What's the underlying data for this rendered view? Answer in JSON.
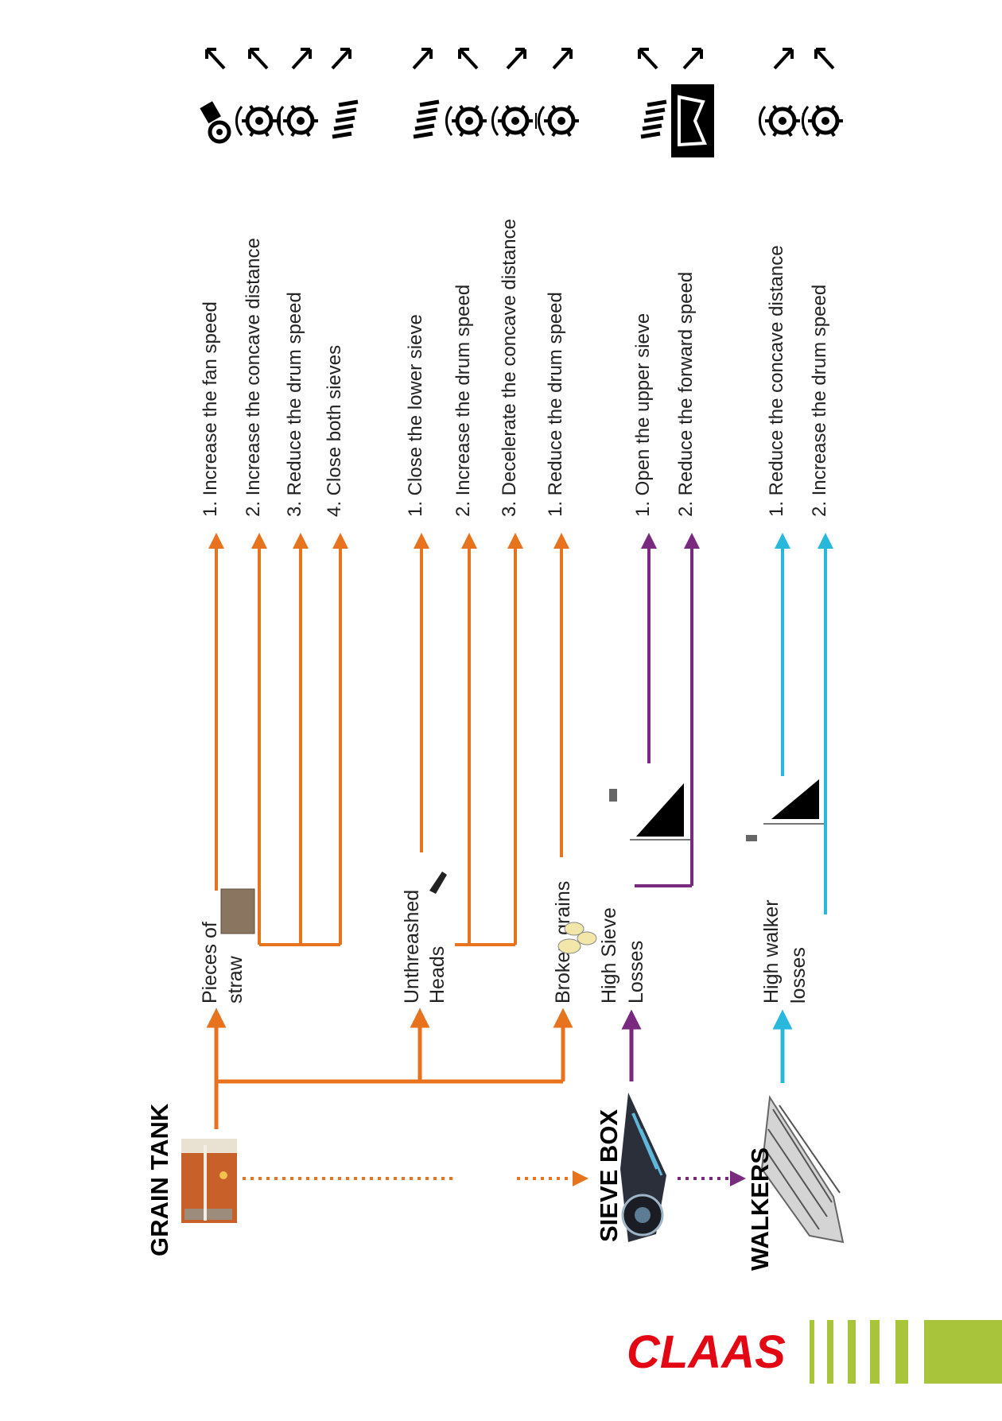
{
  "colors": {
    "orange": "#e8731e",
    "purple": "#7a2a7e",
    "cyan": "#28b8dc",
    "brand_red": "#e30613",
    "brand_green": "#a8c43a"
  },
  "sources": {
    "grain_tank": "GRAIN TANK",
    "sieve_box": "SIEVE BOX",
    "walkers": "WALKERS"
  },
  "problems": {
    "straw_line1": "Pieces of",
    "straw_line2": "straw",
    "heads_line1": "Unthreashed",
    "heads_line2": "Heads",
    "broken": "Broken grains",
    "sieve_line1": "High Sieve",
    "sieve_line2": "Losses",
    "walker_line1": "High walker",
    "walker_line2": "losses"
  },
  "steps": [
    "1. Increase the fan speed",
    "2. Increase the concave distance",
    "3. Reduce the drum speed",
    "4. Close both sieves",
    "1. Close the lower sieve",
    "2. Increase the drum speed",
    "3. Decelerate the concave distance",
    "1. Reduce the drum speed",
    "1. Open the upper sieve",
    "2. Reduce the forward speed",
    "1. Reduce the concave distance",
    "2. Increase the drum speed"
  ],
  "icons": [
    "fan-icon",
    "concave-icon",
    "drum-icon",
    "sieve-icon",
    "sieve-icon",
    "drum-icon",
    "concave-icon",
    "drum-icon",
    "sieve-icon",
    "speed-field-icon",
    "concave-icon",
    "drum-icon"
  ],
  "brand": {
    "logo": "CLAAS"
  }
}
